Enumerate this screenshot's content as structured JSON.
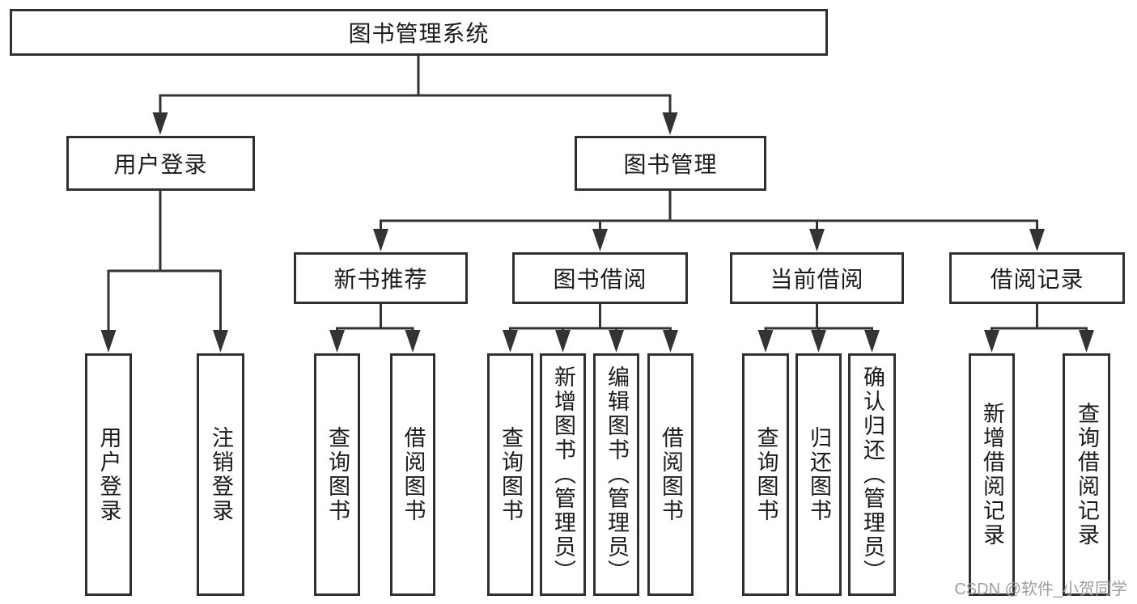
{
  "diagram": {
    "root": {
      "label": "图书管理系统"
    },
    "branches": [
      {
        "label": "用户登录",
        "children": [
          "用户登录",
          "注销登录"
        ]
      },
      {
        "label": "图书管理",
        "modules": [
          {
            "label": "新书推荐",
            "children": [
              "查询图书",
              "借阅图书"
            ]
          },
          {
            "label": "图书借阅",
            "children": [
              "查询图书",
              "新增图书（管理员）",
              "编辑图书（管理员）",
              "借阅图书"
            ]
          },
          {
            "label": "当前借阅",
            "children": [
              "查询图书",
              "归还图书",
              "确认归还（管理员）"
            ]
          },
          {
            "label": "借阅记录",
            "children": [
              "新增借阅记录",
              "查询借阅记录"
            ]
          }
        ]
      }
    ]
  },
  "watermark": {
    "text": "CSDN @软件_小贺同学"
  },
  "colors": {
    "line": "#333333",
    "box_border": "#303030",
    "box_background": "#ffffff",
    "text": "#1a1a1a",
    "watermark": "#9e9e9e",
    "page_background": "#ffffff"
  }
}
